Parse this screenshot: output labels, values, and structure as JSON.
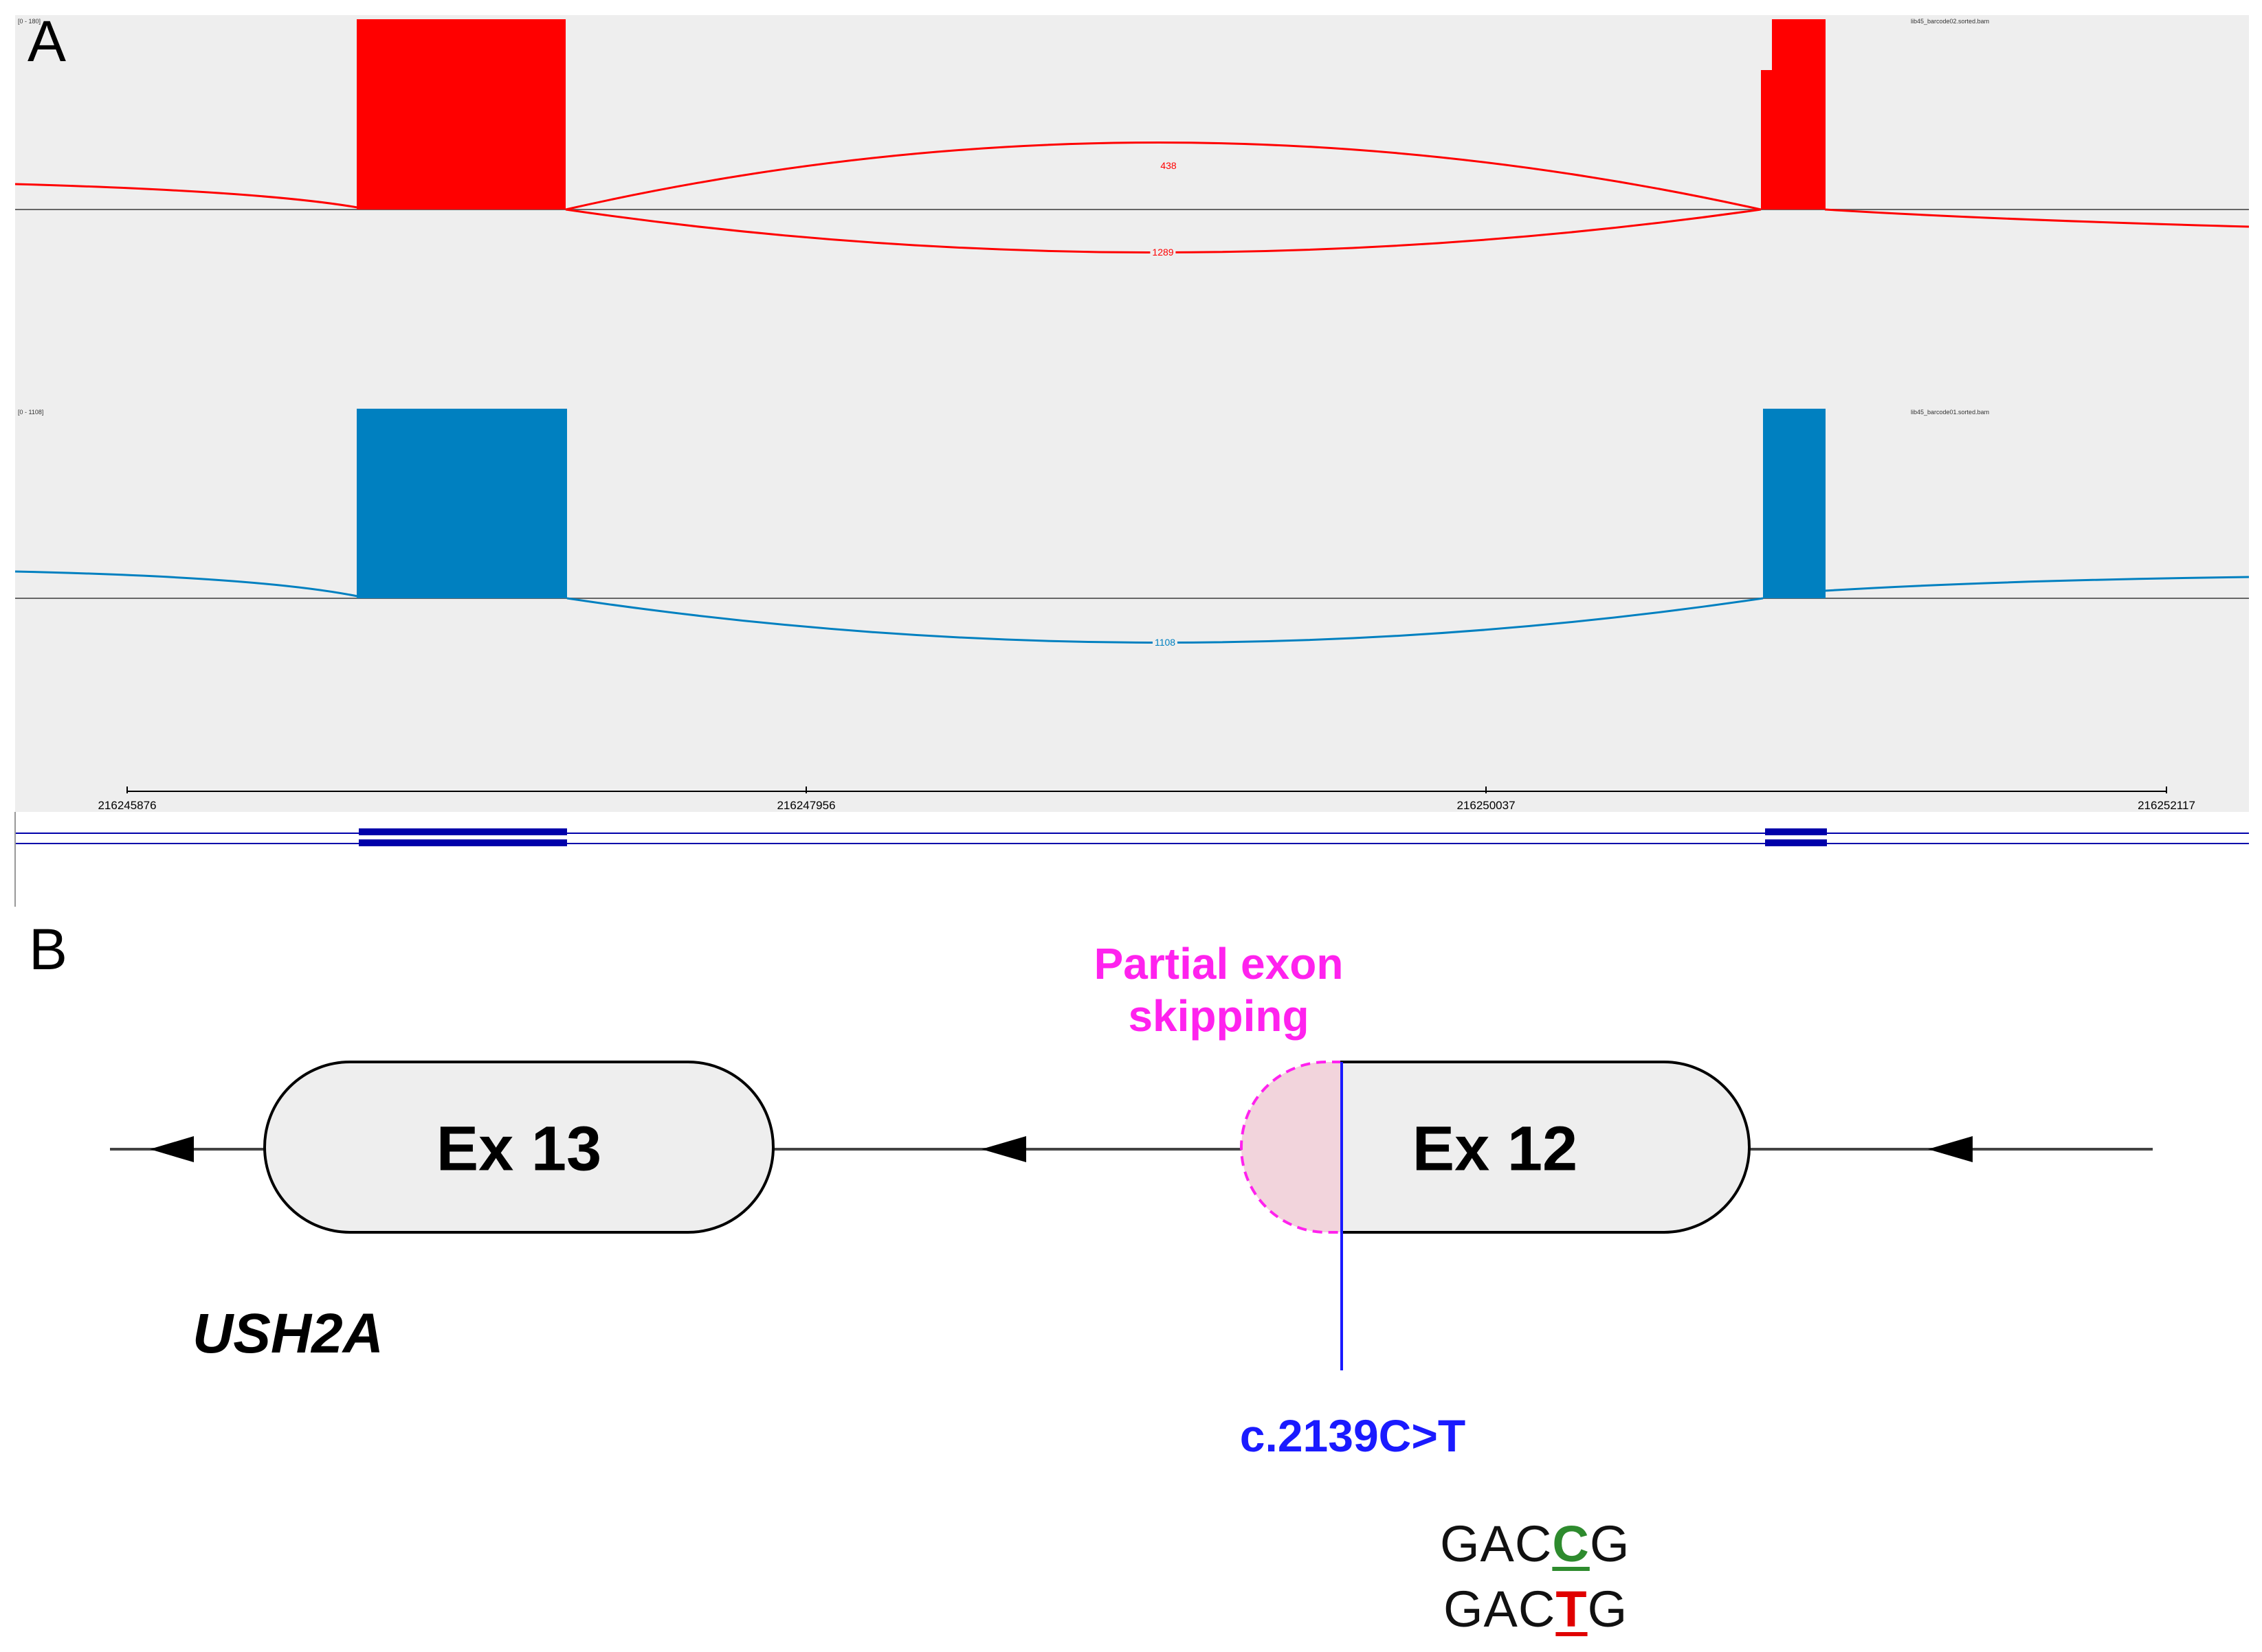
{
  "panel_a": {
    "letter": "A",
    "tracks": [
      {
        "file": "lib45_barcode02.sorted.bam",
        "range": "[0 - 180]",
        "color": "#ff0000",
        "junctions": {
          "upper": "438",
          "lower": "1289"
        }
      },
      {
        "file": "lib45_barcode01.sorted.bam",
        "range": "[0 - 1108]",
        "color": "#0080c0",
        "junctions": {
          "lower": "1108"
        }
      }
    ],
    "coordinates": [
      "216245876",
      "216247956",
      "216250037",
      "216252117"
    ],
    "gene_track_color": "#0000aa"
  },
  "panel_b": {
    "letter": "B",
    "gene": "USH2A",
    "exon_left": "Ex 13",
    "exon_right": "Ex 12",
    "skip_label_line1": "Partial exon",
    "skip_label_line2": "skipping",
    "variant": "c.2139C>T",
    "seq_ref": {
      "pre": "GAC",
      "base": "C",
      "post": "G",
      "base_color": "#2e8b2e"
    },
    "seq_alt": {
      "pre": "GAC",
      "base": "T",
      "post": "G",
      "base_color": "#e00000"
    },
    "colors": {
      "skip": "#ff22ee",
      "variant": "#1a1aff",
      "exon_fill": "#eeeeee"
    }
  }
}
